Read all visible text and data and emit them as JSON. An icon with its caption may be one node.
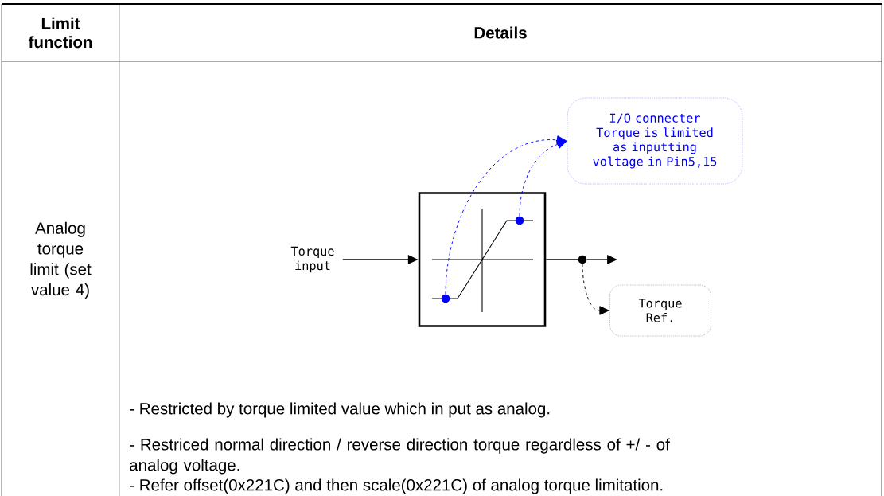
{
  "diagram": {
    "nodes": [
      {
        "text": [
          "Torque input"
        ]
      },
      {
        "text": [],
        "shape": "box"
      },
      {
        "text": [],
        "shape": "circle",
        "in": 1
      },
      {
        "text": [],
        "shape": "circle",
        "in": 1
      },
      {
        "text": [
          "I/O connecter Torque is limited as inputting voltage in Pin5,15"
        ]
      },
      {
        "text": [],
        "shape": "circle"
      },
      {
        "text": [
          "Torque Ref."
        ]
      }
    ],
    "edges": [
      {
        "from": 0,
        "to": 1,
        "arrow": "to"
      },
      {
        "from": 2,
        "to": 4,
        "arrow": "to",
        "style": "dashed",
        "color": "#0000ff"
      },
      {
        "from": 3,
        "to": 4,
        "arrow": "to",
        "style": "dashed",
        "color": "#0000ff"
      },
      {
        "from": 1,
        "to": 5,
        "arrow": "none"
      },
      {
        "from": 5,
        "to": null,
        "arrow": "to"
      },
      {
        "from": 5,
        "to": 6,
        "arrow": "to",
        "style": "dashed"
      }
    ],
    "labels": [
      "Limit function",
      "Details",
      "Analog torque limit (set value 4)",
      "- Restricted by torque limited value which in put as analog.",
      "- Restriced normal direction / reverse direction torque regardless of +/ - of analog voltage.",
      "- Refer offset(0x221C) and then scale(0x221C) of analog torque limitation."
    ]
  }
}
